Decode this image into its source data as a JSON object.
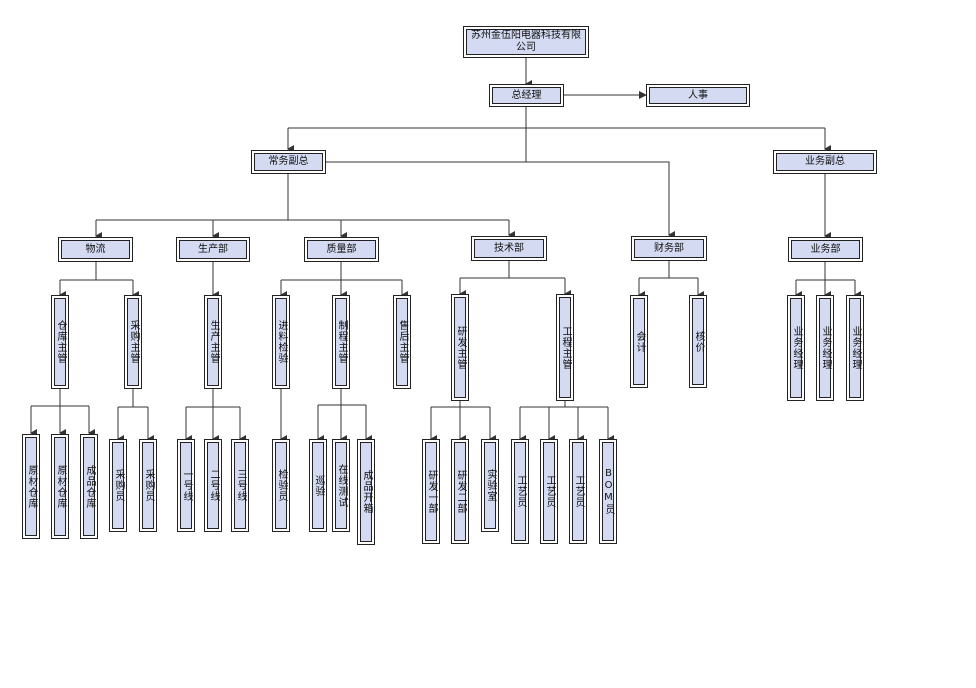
{
  "company": "苏州金伍阳电器科技有限公司",
  "gm": "总经理",
  "hr": "人事",
  "vp_ops": "常务副总",
  "vp_sales": "业务副总",
  "departments": {
    "logistics": "物流",
    "production": "生产部",
    "quality": "质量部",
    "tech": "技术部",
    "finance": "财务部",
    "sales": "业务部"
  },
  "managers": {
    "warehouse": "仓库主管",
    "purchasing": "采购主管",
    "production": "生产主管",
    "incoming": "进料检验",
    "process": "制程主管",
    "aftersales": "售后主管",
    "rd": "研发主管",
    "engineering": "工程主管",
    "accounting": "会计",
    "pricing": "核价",
    "sales1": "业务经理",
    "sales2": "业务经理",
    "sales3": "业务经理"
  },
  "staff": {
    "raw1": "原材仓库",
    "raw2": "原材仓库",
    "finished": "成品仓库",
    "buyer1": "采购员",
    "buyer2": "采购员",
    "line1": "一号线",
    "line2": "二号线",
    "line3": "三号线",
    "inspector": "检验员",
    "patrol": "巡验",
    "online": "在线测试",
    "boxing": "成品开箱",
    "rd1": "研发一部",
    "rd2": "研发二部",
    "lab": "实验室",
    "eng1": "工艺员",
    "eng2": "工艺员",
    "eng3": "工艺员",
    "bom": "BOM员"
  }
}
